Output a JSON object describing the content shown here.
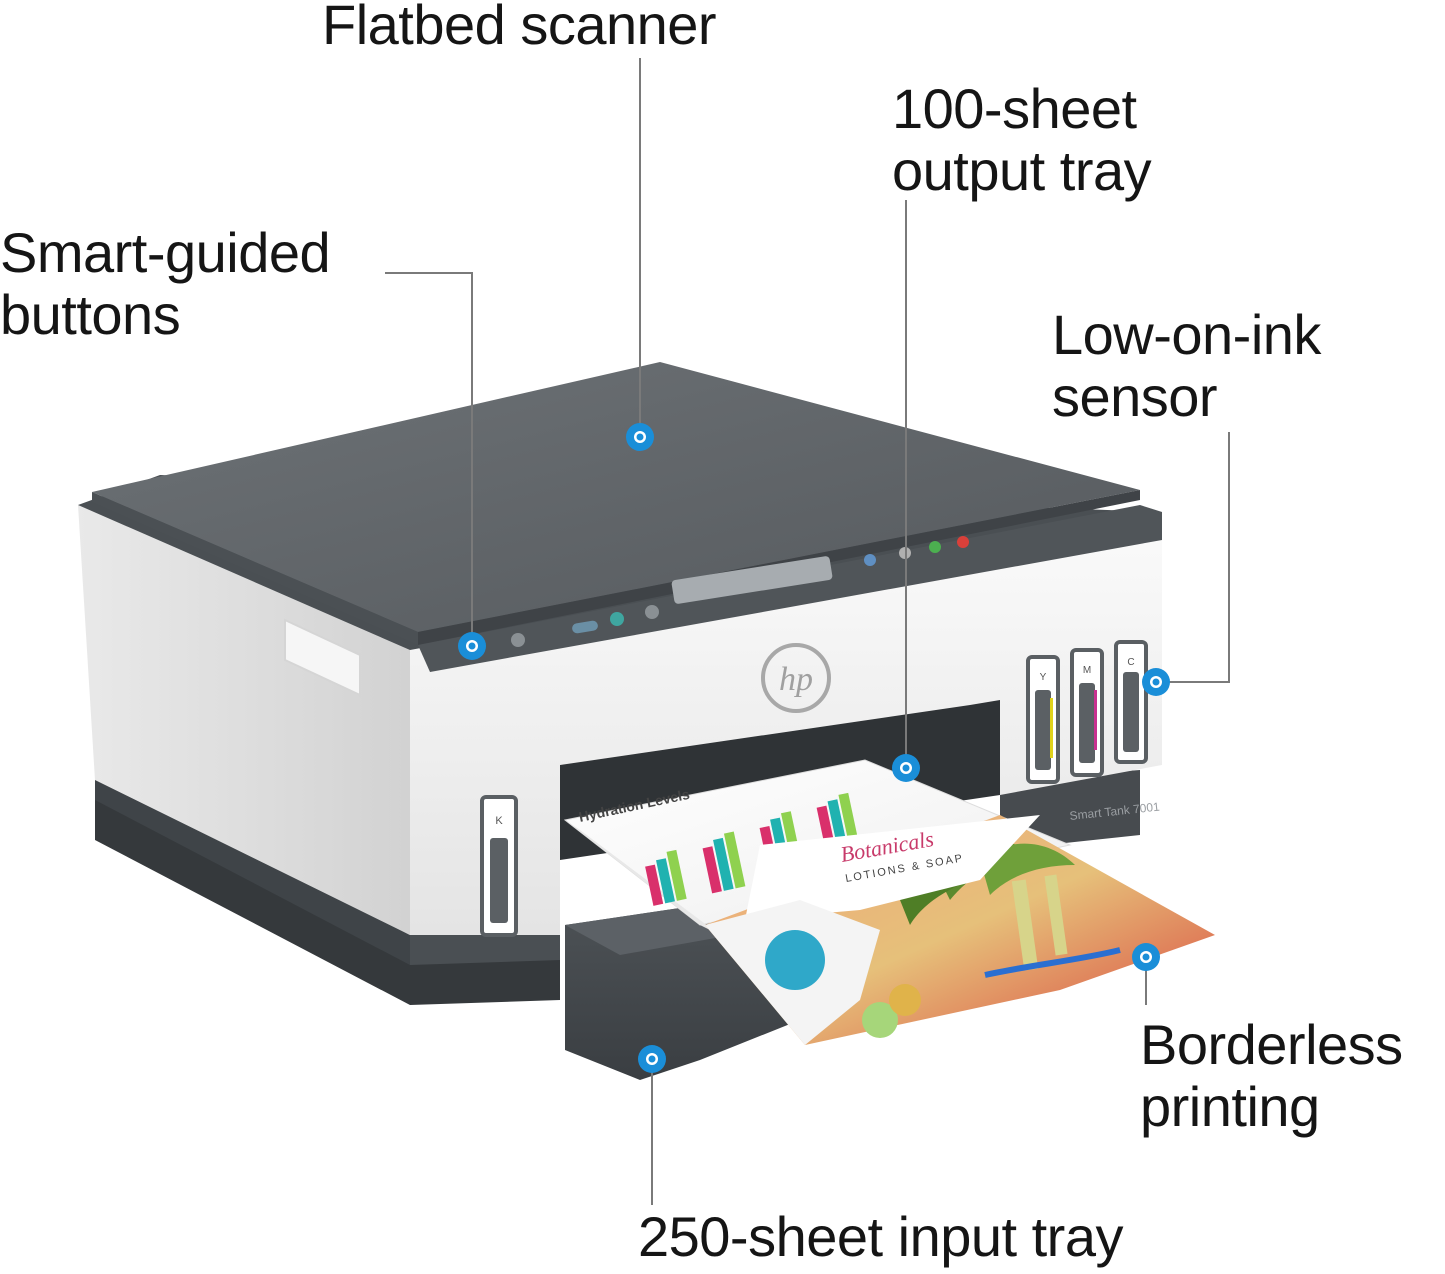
{
  "callouts": {
    "flatbed_scanner": {
      "line1": "Flatbed scanner"
    },
    "output_tray": {
      "line1": "100-sheet",
      "line2": "output tray"
    },
    "smart_buttons": {
      "line1": "Smart-guided",
      "line2": "buttons"
    },
    "ink_sensor": {
      "line1": "Low-on-ink",
      "line2": "sensor"
    },
    "borderless": {
      "line1": "Borderless",
      "line2": "printing"
    },
    "input_tray": {
      "line1": "250-sheet input tray"
    }
  },
  "printer": {
    "brand_logo": "hp",
    "model_label": "Smart Tank 7001",
    "ink_tanks": [
      "K",
      "Y",
      "M",
      "C"
    ]
  },
  "paper": {
    "chart_title": "Hydration Levels",
    "brand_title": "Botanicals",
    "brand_subtitle": "LOTIONS & SOAP"
  },
  "colors": {
    "callout_dot": "#1a8ed8",
    "printer_dark": "#5f6468",
    "printer_body": "#f2f2f2",
    "base_dark": "#44494d",
    "leader_line": "#7a7a7a"
  }
}
